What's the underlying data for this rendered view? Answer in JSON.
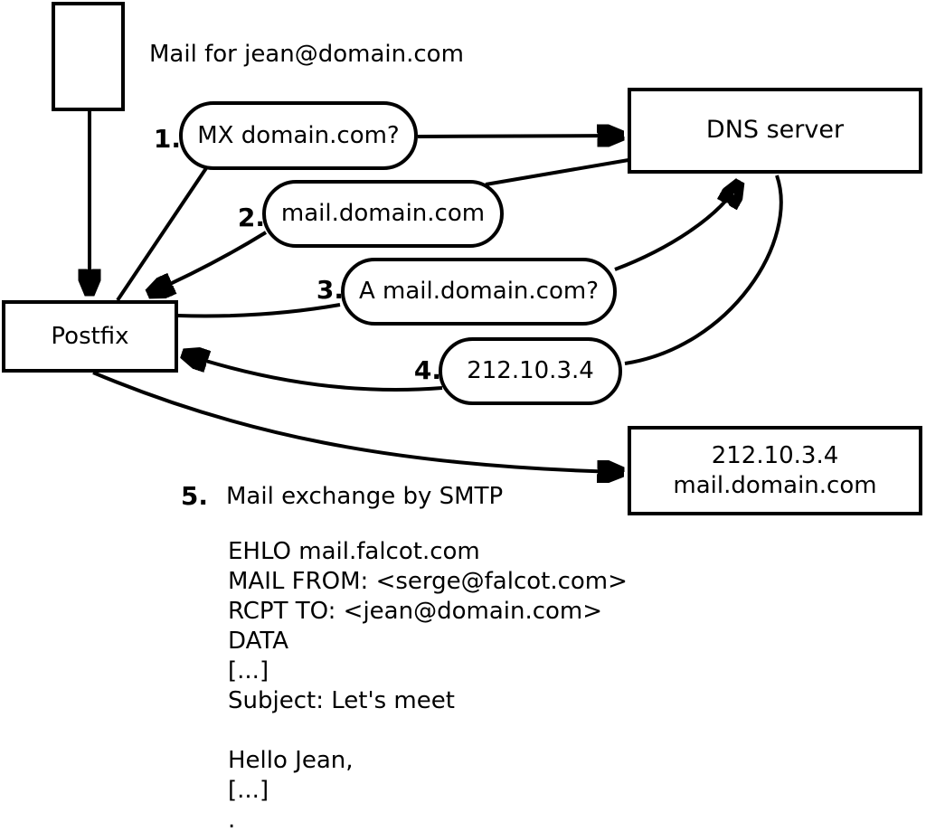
{
  "diagram": {
    "caption": "Mail for jean@domain.com",
    "nodes": {
      "postfix": "Postfix",
      "dns": "DNS server",
      "mailserver": {
        "line1": "212.10.3.4",
        "line2": "mail.domain.com"
      }
    },
    "steps": [
      {
        "num": "1.",
        "label": "MX domain.com?"
      },
      {
        "num": "2.",
        "label": "mail.domain.com"
      },
      {
        "num": "3.",
        "label": "A mail.domain.com?"
      },
      {
        "num": "4.",
        "label": "212.10.3.4"
      },
      {
        "num": "5.",
        "label": "Mail exchange by SMTP"
      }
    ],
    "smtp_session": [
      "EHLO mail.falcot.com",
      "MAIL FROM: <serge@falcot.com>",
      "RCPT TO: <jean@domain.com>",
      "DATA",
      "[...]",
      "Subject: Let's meet",
      "",
      "Hello Jean,",
      "[...]",
      "."
    ]
  }
}
